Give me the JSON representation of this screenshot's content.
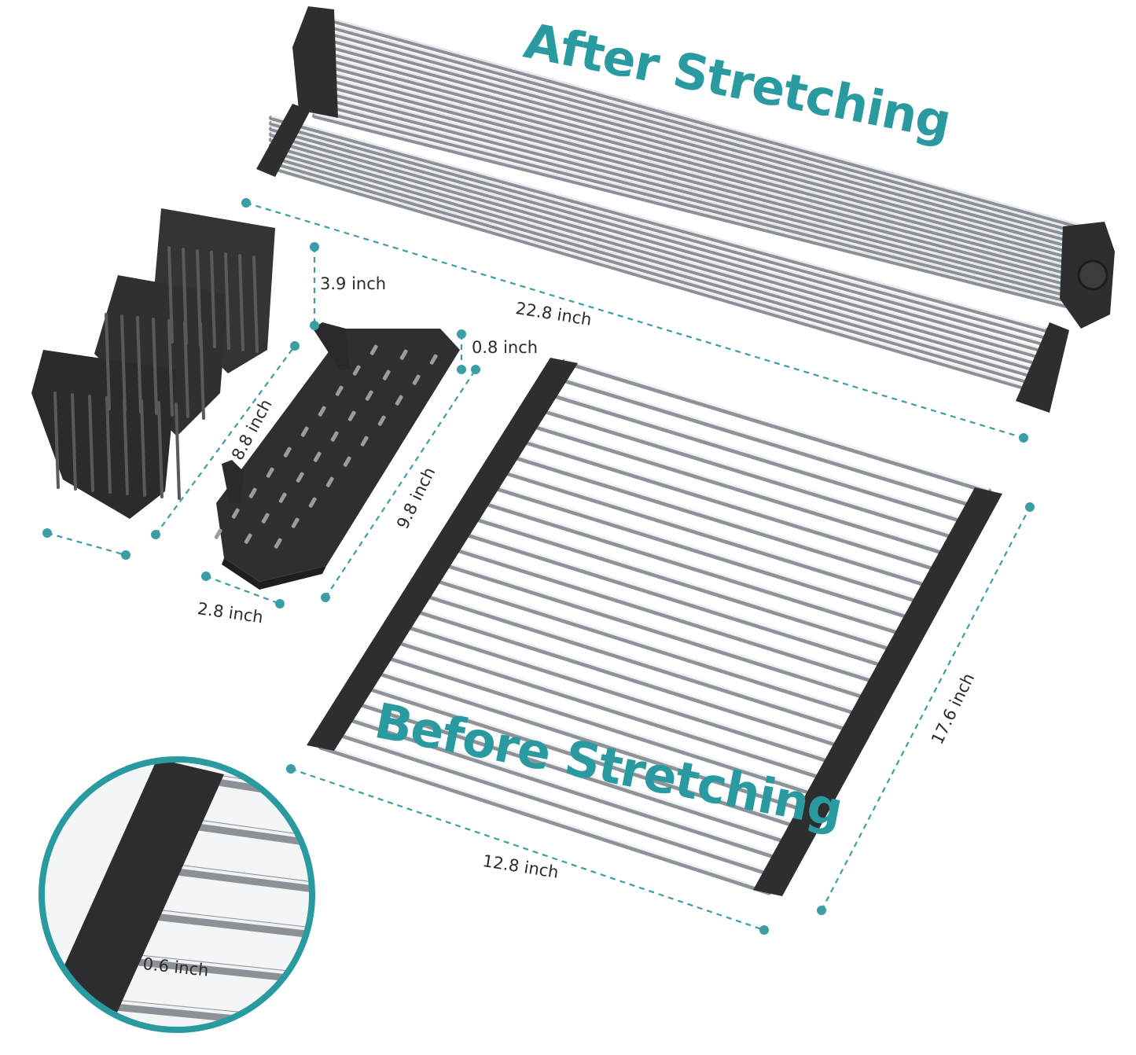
{
  "headlines": {
    "after": "After Stretching",
    "before": "Before Stretching"
  },
  "dimensions": {
    "basket_height": "3.9 inch",
    "rolled_length": "22.8  inch",
    "tray_depth": "0.8 inch",
    "basket_length": "8.8 inch",
    "tray_length": "9.8 inch",
    "tray_width": "2.8 inch",
    "mat_width": "12.8  inch",
    "mat_length": "17.6 inch",
    "rod_spacing": "0.6 inch"
  },
  "colors": {
    "accent": "#2a9aa1",
    "product_black": "#2e2e30",
    "steel": "#c9ccd0",
    "label_text": "#2b2b2b"
  }
}
